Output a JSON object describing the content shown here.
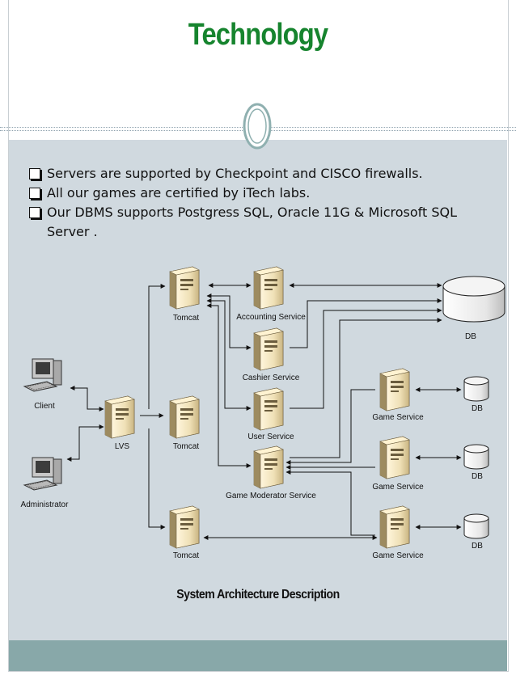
{
  "title": "Technology",
  "bullets": [
    "Servers are supported by Checkpoint and CISCO  firewalls.",
    "All our games are certified by iTech labs.",
    "Our DBMS supports Postgress SQL, Oracle 11G & Microsoft SQL Server ."
  ],
  "diagram": {
    "labels": {
      "client": "Client",
      "administrator": "Administrator",
      "lvs": "LVS",
      "tomcat_top": "Tomcat",
      "tomcat_mid": "Tomcat",
      "tomcat_bottom": "Tomcat",
      "accounting": "Accounting Service",
      "cashier": "Cashier Service",
      "user": "User Service",
      "moderator": "Game Moderator Service",
      "game1": "Game Service",
      "game2": "Game Service",
      "game3": "Game Service",
      "db_main": "DB",
      "db1": "DB",
      "db2": "DB",
      "db3": "DB"
    }
  },
  "caption": "System Architecture Description",
  "colors": {
    "title": "#16842e",
    "content_bg": "#d0d9df",
    "footer_bg": "#88a8a9"
  }
}
